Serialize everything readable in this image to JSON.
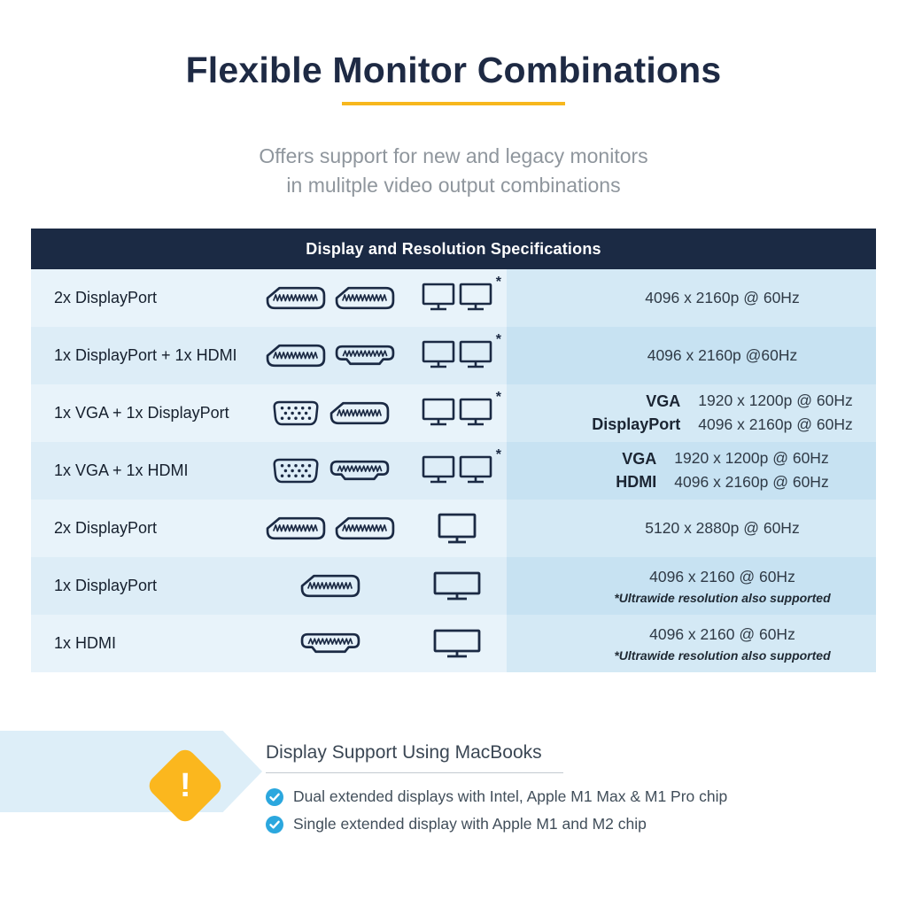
{
  "header": {
    "title": "Flexible Monitor Combinations",
    "subtitle_line1": "Offers support for new and legacy monitors",
    "subtitle_line2": "in mulitple video output combinations"
  },
  "table": {
    "header": "Display and Resolution Specifications",
    "asterisk": "*",
    "rows": [
      {
        "label": "2x DisplayPort",
        "connectors": [
          "displayport",
          "displayport"
        ],
        "monitor": "dual",
        "monitor_asterisk": true,
        "resolutions": [
          {
            "label": "",
            "value": "4096 x 2160p @ 60Hz"
          }
        ],
        "note": ""
      },
      {
        "label": "1x DisplayPort + 1x HDMI",
        "connectors": [
          "displayport",
          "hdmi"
        ],
        "monitor": "dual",
        "monitor_asterisk": true,
        "resolutions": [
          {
            "label": "",
            "value": "4096 x 2160p @60Hz"
          }
        ],
        "note": ""
      },
      {
        "label": "1x VGA + 1x DisplayPort",
        "connectors": [
          "vga",
          "displayport"
        ],
        "monitor": "dual",
        "monitor_asterisk": true,
        "resolutions": [
          {
            "label": "VGA",
            "value": "1920 x 1200p @ 60Hz"
          },
          {
            "label": "DisplayPort",
            "value": "4096 x 2160p @ 60Hz"
          }
        ],
        "note": ""
      },
      {
        "label": "1x VGA + 1x HDMI",
        "connectors": [
          "vga",
          "hdmi"
        ],
        "monitor": "dual",
        "monitor_asterisk": true,
        "resolutions": [
          {
            "label": "VGA",
            "value": "1920 x 1200p @ 60Hz"
          },
          {
            "label": "HDMI",
            "value": "4096 x 2160p @ 60Hz"
          }
        ],
        "note": ""
      },
      {
        "label": "2x DisplayPort",
        "connectors": [
          "displayport",
          "displayport"
        ],
        "monitor": "single",
        "monitor_asterisk": false,
        "resolutions": [
          {
            "label": "",
            "value": "5120 x 2880p @ 60Hz"
          }
        ],
        "note": ""
      },
      {
        "label": "1x DisplayPort",
        "connectors": [
          "displayport"
        ],
        "monitor": "wide",
        "monitor_asterisk": false,
        "resolutions": [
          {
            "label": "",
            "value": "4096 x 2160 @ 60Hz"
          }
        ],
        "note": "*Ultrawide resolution also supported"
      },
      {
        "label": "1x HDMI",
        "connectors": [
          "hdmi"
        ],
        "monitor": "wide",
        "monitor_asterisk": false,
        "resolutions": [
          {
            "label": "",
            "value": "4096 x 2160 @ 60Hz"
          }
        ],
        "note": "*Ultrawide resolution also supported"
      }
    ]
  },
  "footer": {
    "heading": "Display Support Using MacBooks",
    "warning_icon": "!",
    "bullets": [
      "Dual extended displays with Intel, Apple M1 Max & M1 Pro chip",
      "Single extended display with Apple M1 and M2 chip"
    ]
  },
  "colors": {
    "navy": "#1b2a44",
    "accent_yellow": "#f7b71d",
    "warning_yellow": "#fbb71e",
    "banner_blue": "#ddeef8",
    "row_light": "#e8f3fa",
    "row_alt": "#ddedf7",
    "res_light": "#d4e9f5",
    "res_alt": "#c7e2f2",
    "check_blue": "#2ba7de"
  }
}
